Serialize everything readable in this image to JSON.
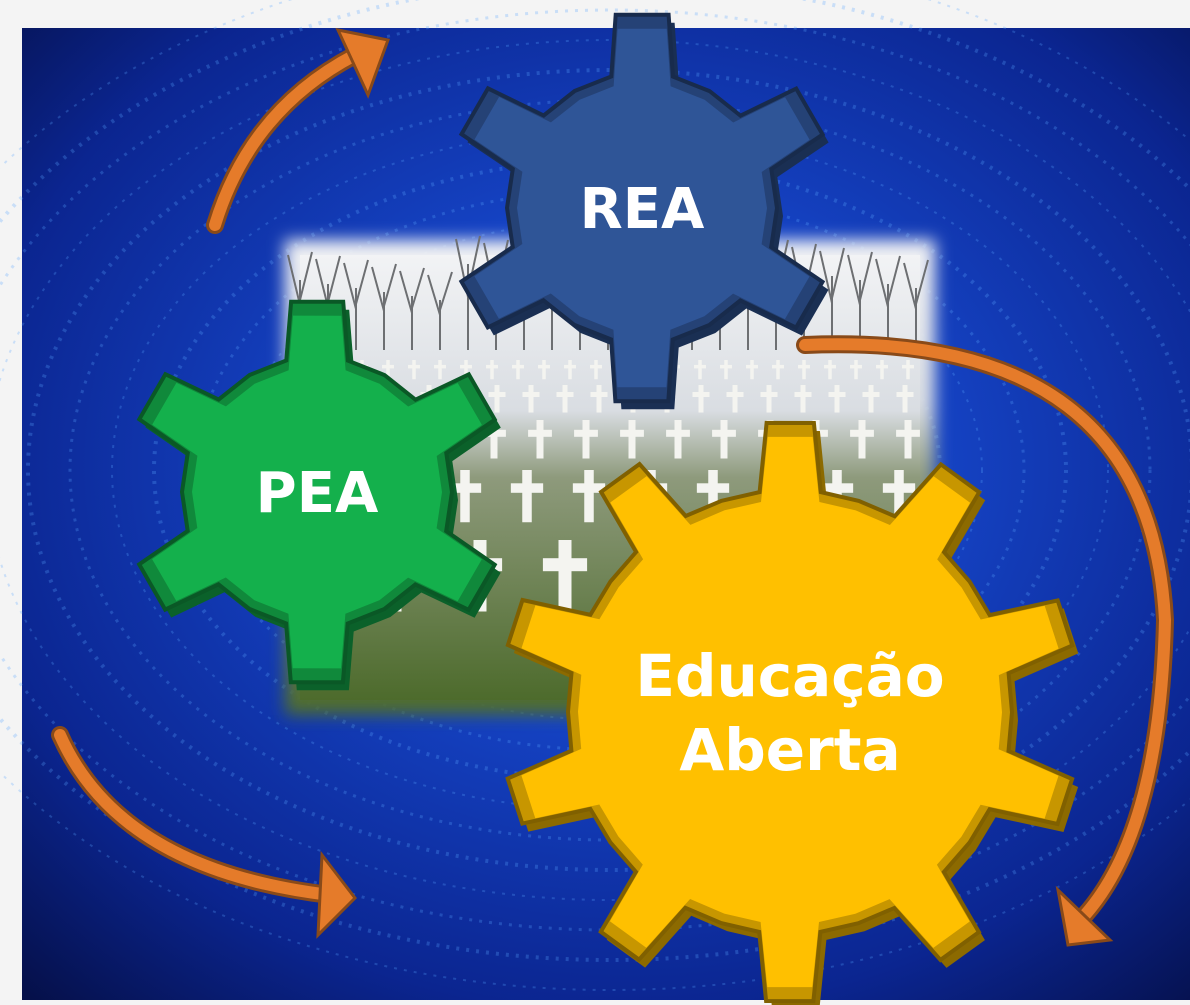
{
  "diagram": {
    "gears": [
      {
        "id": "rea",
        "lines": [
          "REA"
        ],
        "color": "#2f5597"
      },
      {
        "id": "pea",
        "lines": [
          "PEA"
        ],
        "color": "#14b04c"
      },
      {
        "id": "educacao-aberta",
        "lines": [
          "Educação",
          "Aberta"
        ],
        "color": "#ffc000"
      }
    ],
    "arrow_color": "#e57b2a",
    "background_color": "#0a1f8a"
  }
}
